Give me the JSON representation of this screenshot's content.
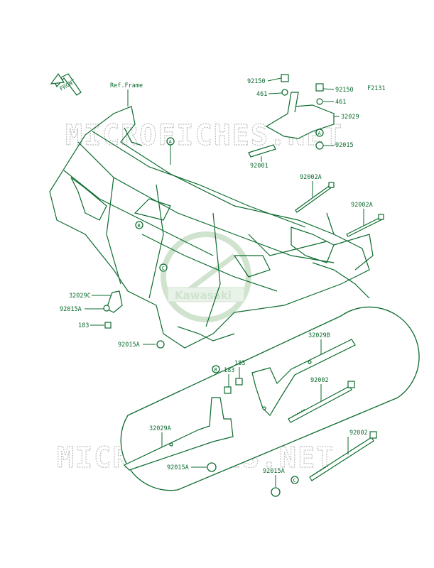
{
  "diagram": {
    "figure_code": "F2131",
    "front_arrow_label": "FRONT",
    "ref_frame_label": "Ref.Frame",
    "watermark_text": "MICROFICHES.NET",
    "logo_text": "Kawasaki",
    "accent_color": "#0b6b2e",
    "callouts": {
      "A_top": "A",
      "A_frame": "A",
      "B_frame": "B",
      "C_frame": "C",
      "B_detail": "B",
      "C_detail": "C"
    },
    "labels": {
      "p92150_left": "92150",
      "p461_left": "461",
      "p92150_right": "92150",
      "p461_right": "461",
      "p32029": "32029",
      "p92015": "92015",
      "p92001": "92001",
      "p92002A_top": "92002A",
      "p92002A_right": "92002A",
      "p32029C": "32029C",
      "p92015A_left": "92015A",
      "p183_left": "183",
      "p92015A_frame": "92015A",
      "p32029B": "32029B",
      "p183_a": "183",
      "p183_b": "183",
      "p92002_mid": "92002",
      "p32029A": "32029A",
      "p92002_low": "92002",
      "p92015A_bottom": "92015A",
      "p92015A_right": "92015A"
    }
  }
}
